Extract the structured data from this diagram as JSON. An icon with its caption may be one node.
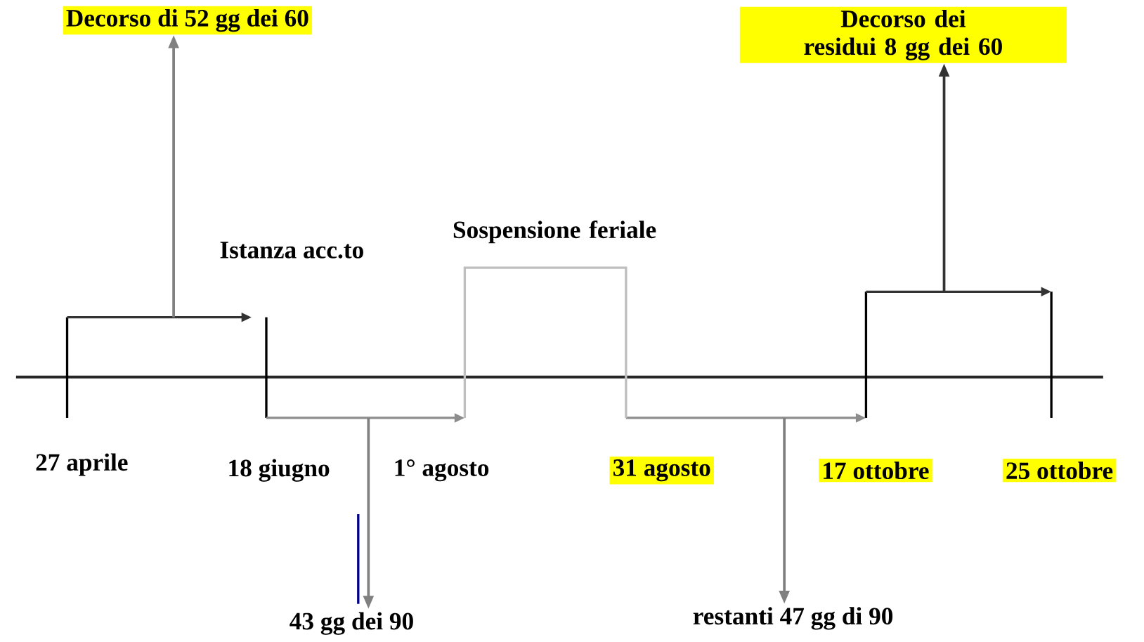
{
  "diagram": {
    "nodes": [
      {
        "text": [
          "Decorso di 52 gg dei 60"
        ]
      },
      {
        "text": [
          "Decorso dei residui 8 gg dei 60"
        ]
      },
      {
        "text": [
          "43 gg dei 90"
        ]
      },
      {
        "text": [
          "restanti 47 gg di 90"
        ]
      }
    ],
    "edges": [
      {
        "from": null,
        "to": 0,
        "arrow": "to"
      },
      {
        "from": null,
        "to": 1,
        "arrow": "to",
        "color": "#333333"
      },
      {
        "from": null,
        "to": 2,
        "arrow": "to"
      },
      {
        "from": null,
        "to": 3,
        "arrow": "to"
      }
    ],
    "labels": [
      "Sospensione feriale",
      "Istanza acc.to",
      "27 aprile",
      "18 giugno",
      "1° agosto",
      "31 agosto",
      "17 ottobre",
      "25 ottobre"
    ]
  }
}
